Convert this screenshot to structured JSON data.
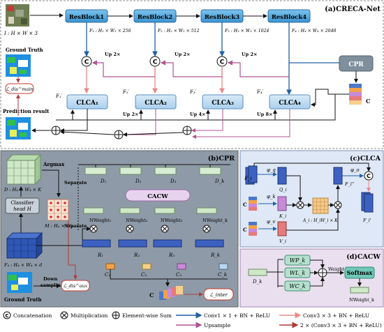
{
  "panel_a": {
    "title": "(a)CRECA-Net",
    "input_label": "I : H × W × 3",
    "resblocks": [
      "ResBlock1",
      "ResBlock2",
      "ResBlock3",
      "ResBlock4"
    ],
    "features": [
      "F₁ : H₁ × W₁ × 256",
      "F₂ : H₂ × W₂ × 512",
      "F₃ : H₃ × W₃ × 1024",
      "F₄ : H₄ × W₄ × 2048"
    ],
    "ups_top": [
      "Up 2×",
      "Up 2×",
      "Up 2×"
    ],
    "ups_bottom": [
      "Up 2×",
      "Up 4×",
      "Up 8×"
    ],
    "clca": [
      "CLCA₁",
      "CLCA₂",
      "CLCA₃",
      "CLCA₄"
    ],
    "fprime": [
      "F₁′",
      "F₂′",
      "F₃′",
      "F₄′"
    ],
    "cpr": "CPR",
    "c_label": "C",
    "ground_truth": "Ground Truth",
    "loss_main": "ℒ_dis^main",
    "prediction": "Prediction result"
  },
  "panel_b": {
    "title": "(b)CPR",
    "argmax": "Argmax",
    "d_label": "D : H₄ × W₄ × K",
    "separate_top": "Separate",
    "separate_bottom": "Separate",
    "classifier": [
      "Classifier",
      "head H"
    ],
    "m_label": "M : H₄ × W₄",
    "f4_label": "F₄ : H₄ × W₄ × d",
    "ground_truth": "Ground Truth",
    "down_sampling": [
      "Down",
      "sampling"
    ],
    "loss_aux": "ℒ_dis^aux",
    "d_items": [
      "D₁",
      "D₂",
      "D₃",
      "D_k"
    ],
    "cacw": "CACW",
    "nweights": [
      "NWeight₁",
      "NWeight₂",
      "NWeight₃",
      "NWeight_k"
    ],
    "r_items": [
      "R₁",
      "R₂",
      "R₃",
      "R_k"
    ],
    "c_items": [
      "C₁",
      "C₂",
      "C₃",
      "C_k"
    ],
    "c_label": "C",
    "loss_inter": "ℒ_inter"
  },
  "panel_c": {
    "title": "(c)CLCA",
    "fi": "F_i",
    "phi_q": "φ_q",
    "phi_k": "φ_k",
    "phi_v": "φ_v",
    "phi_o": "φ_o",
    "qi": "Q_i",
    "ki": "K_i",
    "vi": "V_i",
    "c1": "C",
    "c2": "C",
    "ai": "A_i : H_iW_i × K",
    "fi_pp": "F_i''",
    "fi_p": "F_i'"
  },
  "panel_d": {
    "title": "(d)CACW",
    "dk": "D_k",
    "wp": "WP_k",
    "wl": "WL_k",
    "wc": "WC_k",
    "weight": "Weight",
    "softmax": "Softmax",
    "nweight": "NWeight_k"
  },
  "legend": {
    "concat": "Concatenation",
    "mult": "Multiplication",
    "sum": "Element-wise Sum",
    "conv1": "Conv1 × 1 + BN + ReLU",
    "upsample": "Upsample",
    "conv3": "Conv3 × 3 + BN + ReLU",
    "conv3x2": "2 × (Conv3 × 3 + BN + ReLU)",
    "colors": {
      "conv1": "#1f5fa8",
      "upsample": "#b0558f",
      "conv3": "#e88a8a",
      "conv3x2": "#b23a3a"
    }
  }
}
